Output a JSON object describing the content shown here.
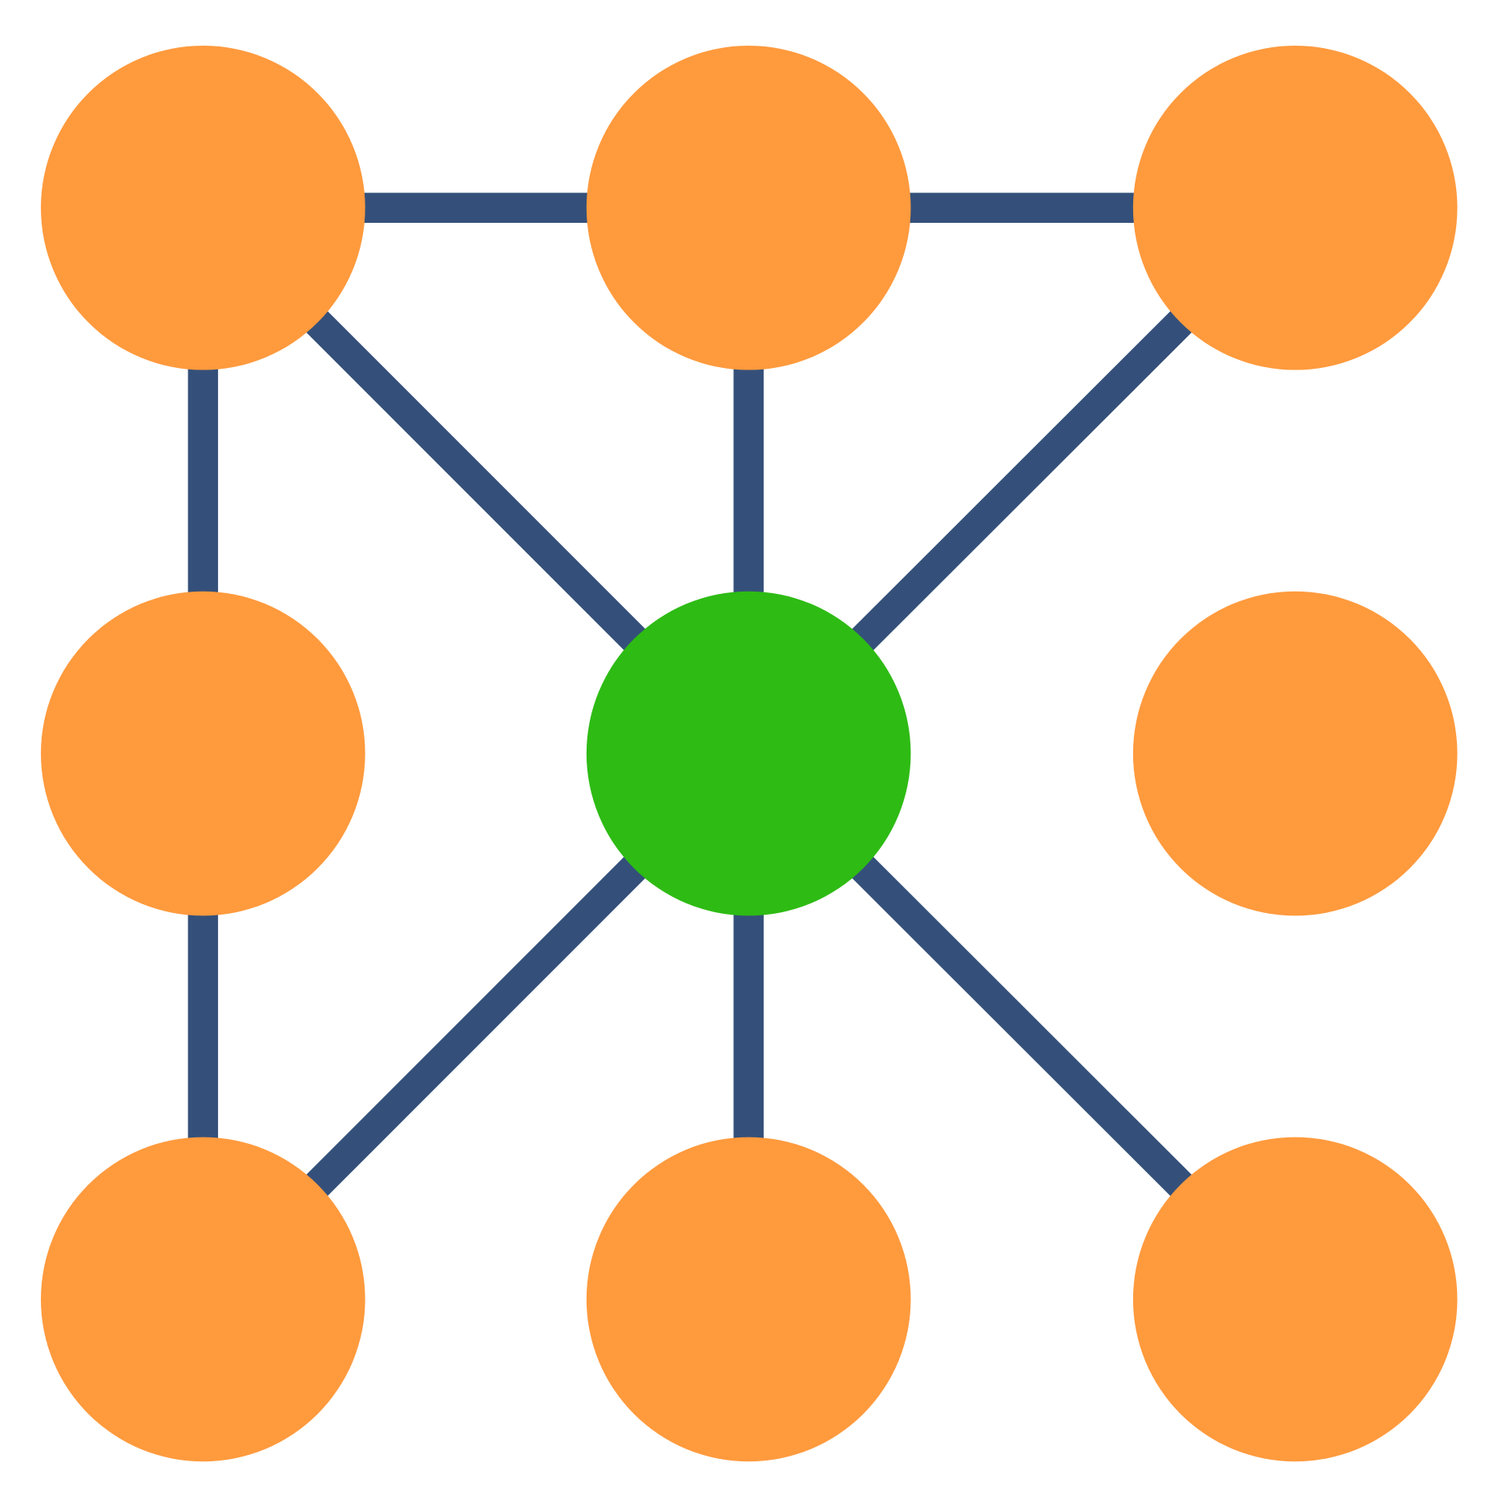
{
  "colors": {
    "node": "#ff9a3d",
    "center_node": "#2ebb14",
    "edge": "#34507a",
    "background": "#ffffff"
  },
  "nodes": [
    {
      "id": "top-left",
      "type": "node"
    },
    {
      "id": "top-center",
      "type": "node"
    },
    {
      "id": "top-right",
      "type": "node"
    },
    {
      "id": "middle-left",
      "type": "node"
    },
    {
      "id": "center",
      "type": "center_node"
    },
    {
      "id": "middle-right",
      "type": "node"
    },
    {
      "id": "bottom-left",
      "type": "node"
    },
    {
      "id": "bottom-center",
      "type": "node"
    },
    {
      "id": "bottom-right",
      "type": "node"
    }
  ],
  "edges": [
    [
      "top-left",
      "top-center"
    ],
    [
      "top-center",
      "top-right"
    ],
    [
      "top-left",
      "middle-left"
    ],
    [
      "middle-left",
      "bottom-left"
    ],
    [
      "top-left",
      "center"
    ],
    [
      "top-center",
      "center"
    ],
    [
      "top-right",
      "center"
    ],
    [
      "bottom-left",
      "center"
    ],
    [
      "bottom-center",
      "center"
    ],
    [
      "bottom-right",
      "center"
    ]
  ]
}
